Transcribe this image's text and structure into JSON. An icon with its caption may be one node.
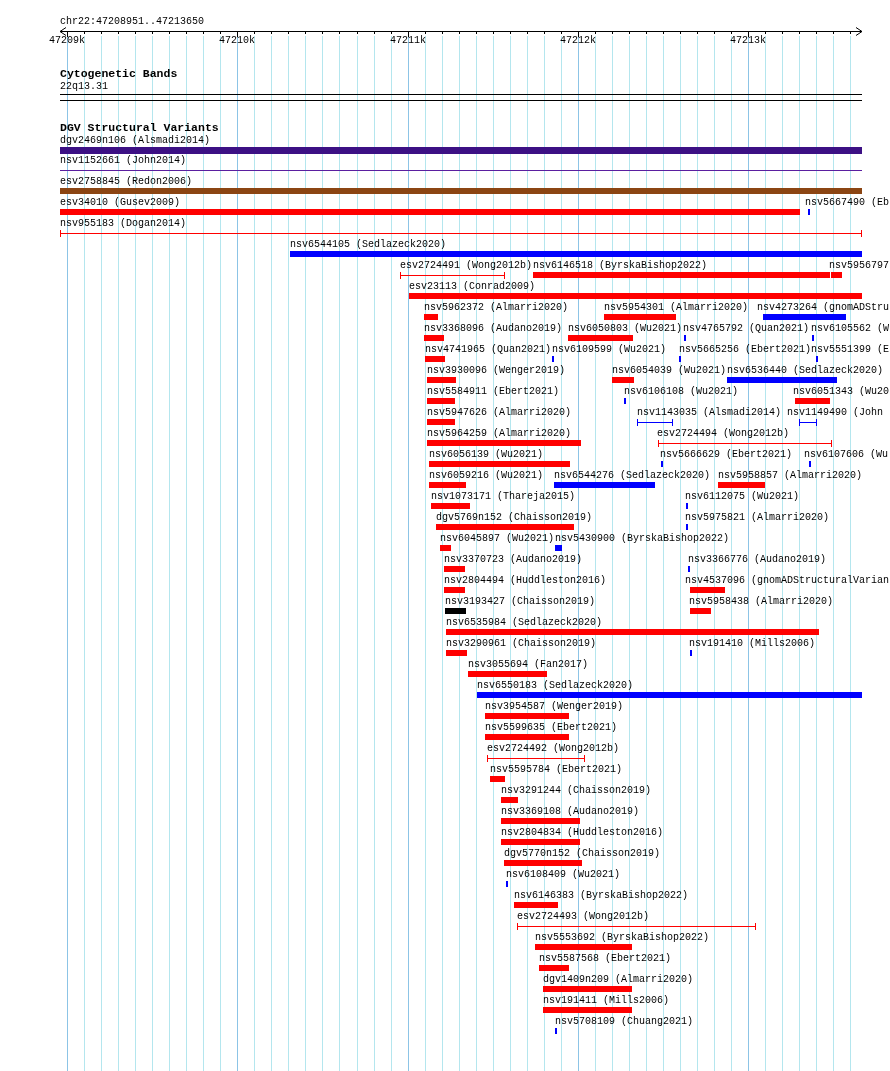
{
  "diagram": {
    "labels": [
      "chr22:47208951..47213650",
      "47209k",
      "47210k",
      "47211k",
      "47212k",
      "47213k",
      "Cytogenetic Bands",
      "22q13.31",
      "DGV Structural Variants",
      "dgv2469n106 (Alsmadi2014)",
      "nsv1152661 (John2014)",
      "esv2758845 (Redon2006)",
      "esv34010 (Gusev2009)",
      "nsv5667490 (Eb",
      "nsv955183 (Dogan2014)",
      "nsv6544105 (Sedlazeck2020)",
      "esv2724491 (Wong2012b)",
      "nsv6146518 (ByrskaBishop2022)",
      "nsv5956797",
      "esv23113 (Conrad2009)",
      "nsv5962372 (Almarri2020)",
      "nsv5954301 (Almarri2020)",
      "nsv4273264 (gnomADStru",
      "nsv3368096 (Audano2019)",
      "nsv6050803 (Wu2021)",
      "nsv4765792 (Quan2021)",
      "nsv6105562 (W",
      "nsv4741965 (Quan2021)",
      "nsv6109599 (Wu2021)",
      "nsv5665256 (Ebert2021)",
      "nsv5551399 (E",
      "nsv3930096 (Wenger2019)",
      "nsv6054039 (Wu2021)",
      "nsv6536440 (Sedlazeck2020)",
      "nsv5584911 (Ebert2021)",
      "nsv6106108 (Wu2021)",
      "nsv6051343 (Wu20",
      "nsv5947626 (Almarri2020)",
      "nsv1143035 (Alsmadi2014)",
      "nsv1149490 (John",
      "nsv5964259 (Almarri2020)",
      "esv2724494 (Wong2012b)",
      "nsv6056139 (Wu2021)",
      "nsv5666629 (Ebert2021)",
      "nsv6107606 (Wu",
      "nsv6059216 (Wu2021)",
      "nsv6544276 (Sedlazeck2020)",
      "nsv5958857 (Almarri2020)",
      "nsv1073171 (Thareja2015)",
      "nsv6112075 (Wu2021)",
      "dgv5769n152 (Chaisson2019)",
      "nsv5975821 (Almarri2020)",
      "nsv6045897 (Wu2021)",
      "nsv5430900 (ByrskaBishop2022)",
      "nsv3370723 (Audano2019)",
      "nsv3366776 (Audano2019)",
      "nsv2804494 (Huddleston2016)",
      "nsv4537096 (gnomADStructuralVarian",
      "nsv3193427 (Chaisson2019)",
      "nsv5958438 (Almarri2020)",
      "nsv6535984 (Sedlazeck2020)",
      "nsv3290961 (Chaisson2019)",
      "nsv191410 (Mills2006)",
      "nsv3055694 (Fan2017)",
      "nsv6550183 (Sedlazeck2020)",
      "nsv3954587 (Wenger2019)",
      "nsv5599635 (Ebert2021)",
      "esv2724492 (Wong2012b)",
      "nsv5595784 (Ebert2021)",
      "nsv3291244 (Chaisson2019)",
      "nsv3369108 (Audano2019)",
      "nsv2804834 (Huddleston2016)",
      "dgv5770n152 (Chaisson2019)",
      "nsv6108409 (Wu2021)",
      "nsv6146383 (ByrskaBishop2022)",
      "esv2724493 (Wong2012b)",
      "nsv5553692 (ByrskaBishop2022)",
      "nsv5587568 (Ebert2021)",
      "dgv1409n209 (Almarri2020)",
      "nsv191411 (Mills2006)",
      "nsv5708109 (Chuang2021)"
    ]
  }
}
